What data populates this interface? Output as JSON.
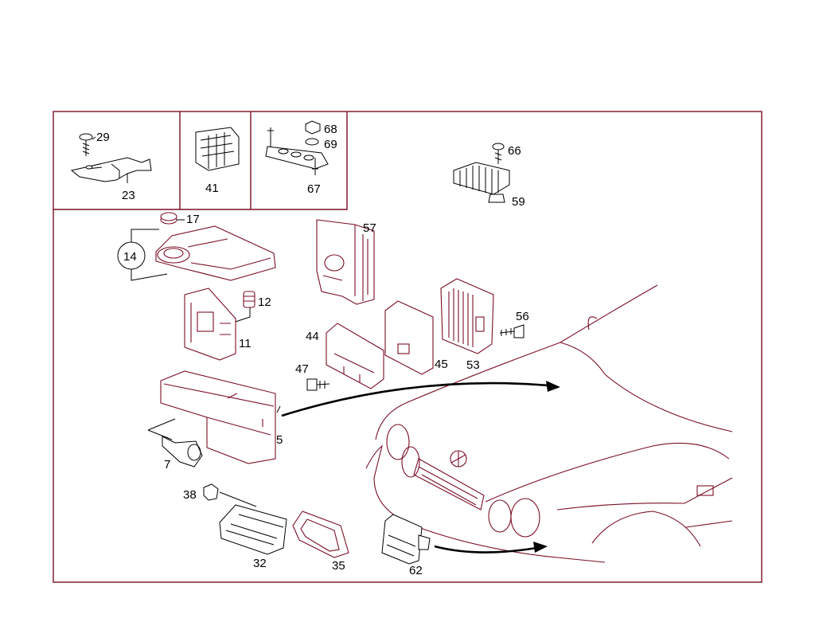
{
  "diagram": {
    "callouts": {
      "p29": "29",
      "p23": "23",
      "p41": "41",
      "p68": "68",
      "p69": "69",
      "p67": "67",
      "p66": "66",
      "p59": "59",
      "p17": "17",
      "p14": "14",
      "p57": "57",
      "p12": "12",
      "p11": "11",
      "p56": "56",
      "p44": "44",
      "p45": "45",
      "p53": "53",
      "p47": "47",
      "p5": "5",
      "p7": "7",
      "p38": "38",
      "p32": "32",
      "p35": "35",
      "p62": "62"
    }
  }
}
